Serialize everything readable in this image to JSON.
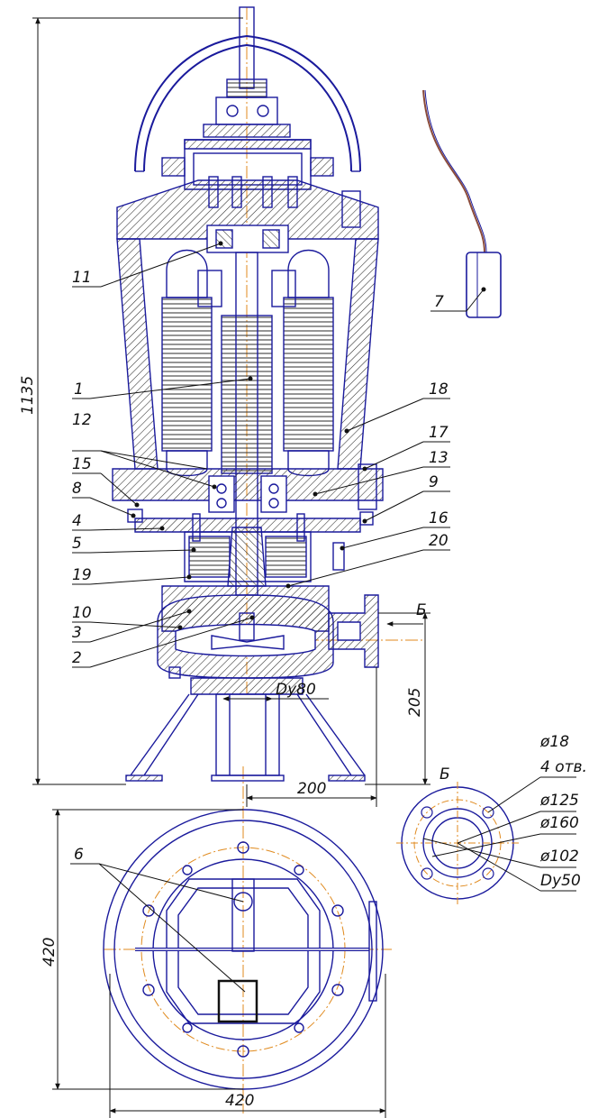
{
  "colors": {
    "outline": "#1a1a9c",
    "hatch": "#2b2b2b",
    "centerline": "#e08a1e",
    "leader": "#111111",
    "cable": "#8a4a3a",
    "background": "#ffffff"
  },
  "dimensions": {
    "total_height": "1135",
    "outlet_height": "205",
    "outlet_offset": "200",
    "nominal_bore": "Dy80",
    "base_height": "420",
    "base_width": "420"
  },
  "callouts": {
    "cable_float": "7",
    "upper_bearing": "11",
    "rotor_shaft": "1",
    "stator_housing": "18",
    "seals_pair": "12",
    "lower_flange_bolt": "17",
    "cover_plate": "15",
    "nut_right": "13",
    "gasket_left": "8",
    "oil_chamber_nut": "9",
    "seal_ring": "4",
    "mech_seal_bolt": "16",
    "oil_chamber": "5",
    "pump_casing_bolt": "20",
    "casing_screw": "19",
    "impeller": "10",
    "volute": "3",
    "inlet": "2",
    "handle_pair": "6"
  },
  "view_b": {
    "letter": "Б",
    "bolt_hole": "ø18",
    "hole_count": "4 отв.",
    "bolt_circle": "ø125",
    "flange_outer": "ø160",
    "raised_face": "ø102",
    "bore": "Dy50"
  }
}
